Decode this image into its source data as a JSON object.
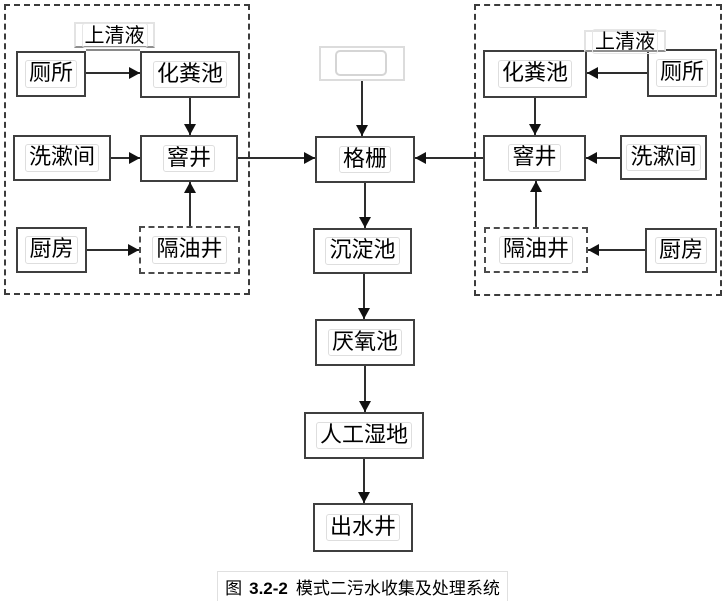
{
  "colors": {
    "box_border": "#3f3f3f",
    "panel_dash_border": "#3c3c3c",
    "arrow": "#2e2e2e",
    "faint_placeholder_border": "#dcdcdc",
    "text": "#000000",
    "background": "#ffffff"
  },
  "labels": {
    "supernatant_left": "上清液",
    "supernatant_right": "上清液",
    "toilet_left": "厕所",
    "septic_tank_left": "化粪池",
    "washroom_left": "洗漱间",
    "manhole_left": "窨井",
    "kitchen_left": "厨房",
    "grease_trap_left": "隔油井",
    "bar_screen": "格栅",
    "sedimentation_tank": "沉淀池",
    "anaerobic_tank": "厌氧池",
    "constructed_wetland": "人工湿地",
    "outlet_well": "出水井",
    "septic_tank_right": "化粪池",
    "toilet_right": "厕所",
    "manhole_right": "窨井",
    "washroom_right": "洗漱间",
    "grease_trap_right": "隔油井",
    "kitchen_right": "厨房"
  },
  "caption": {
    "prefix": "图",
    "number": "3.2-2",
    "title": "模式二污水收集及处理系统"
  }
}
